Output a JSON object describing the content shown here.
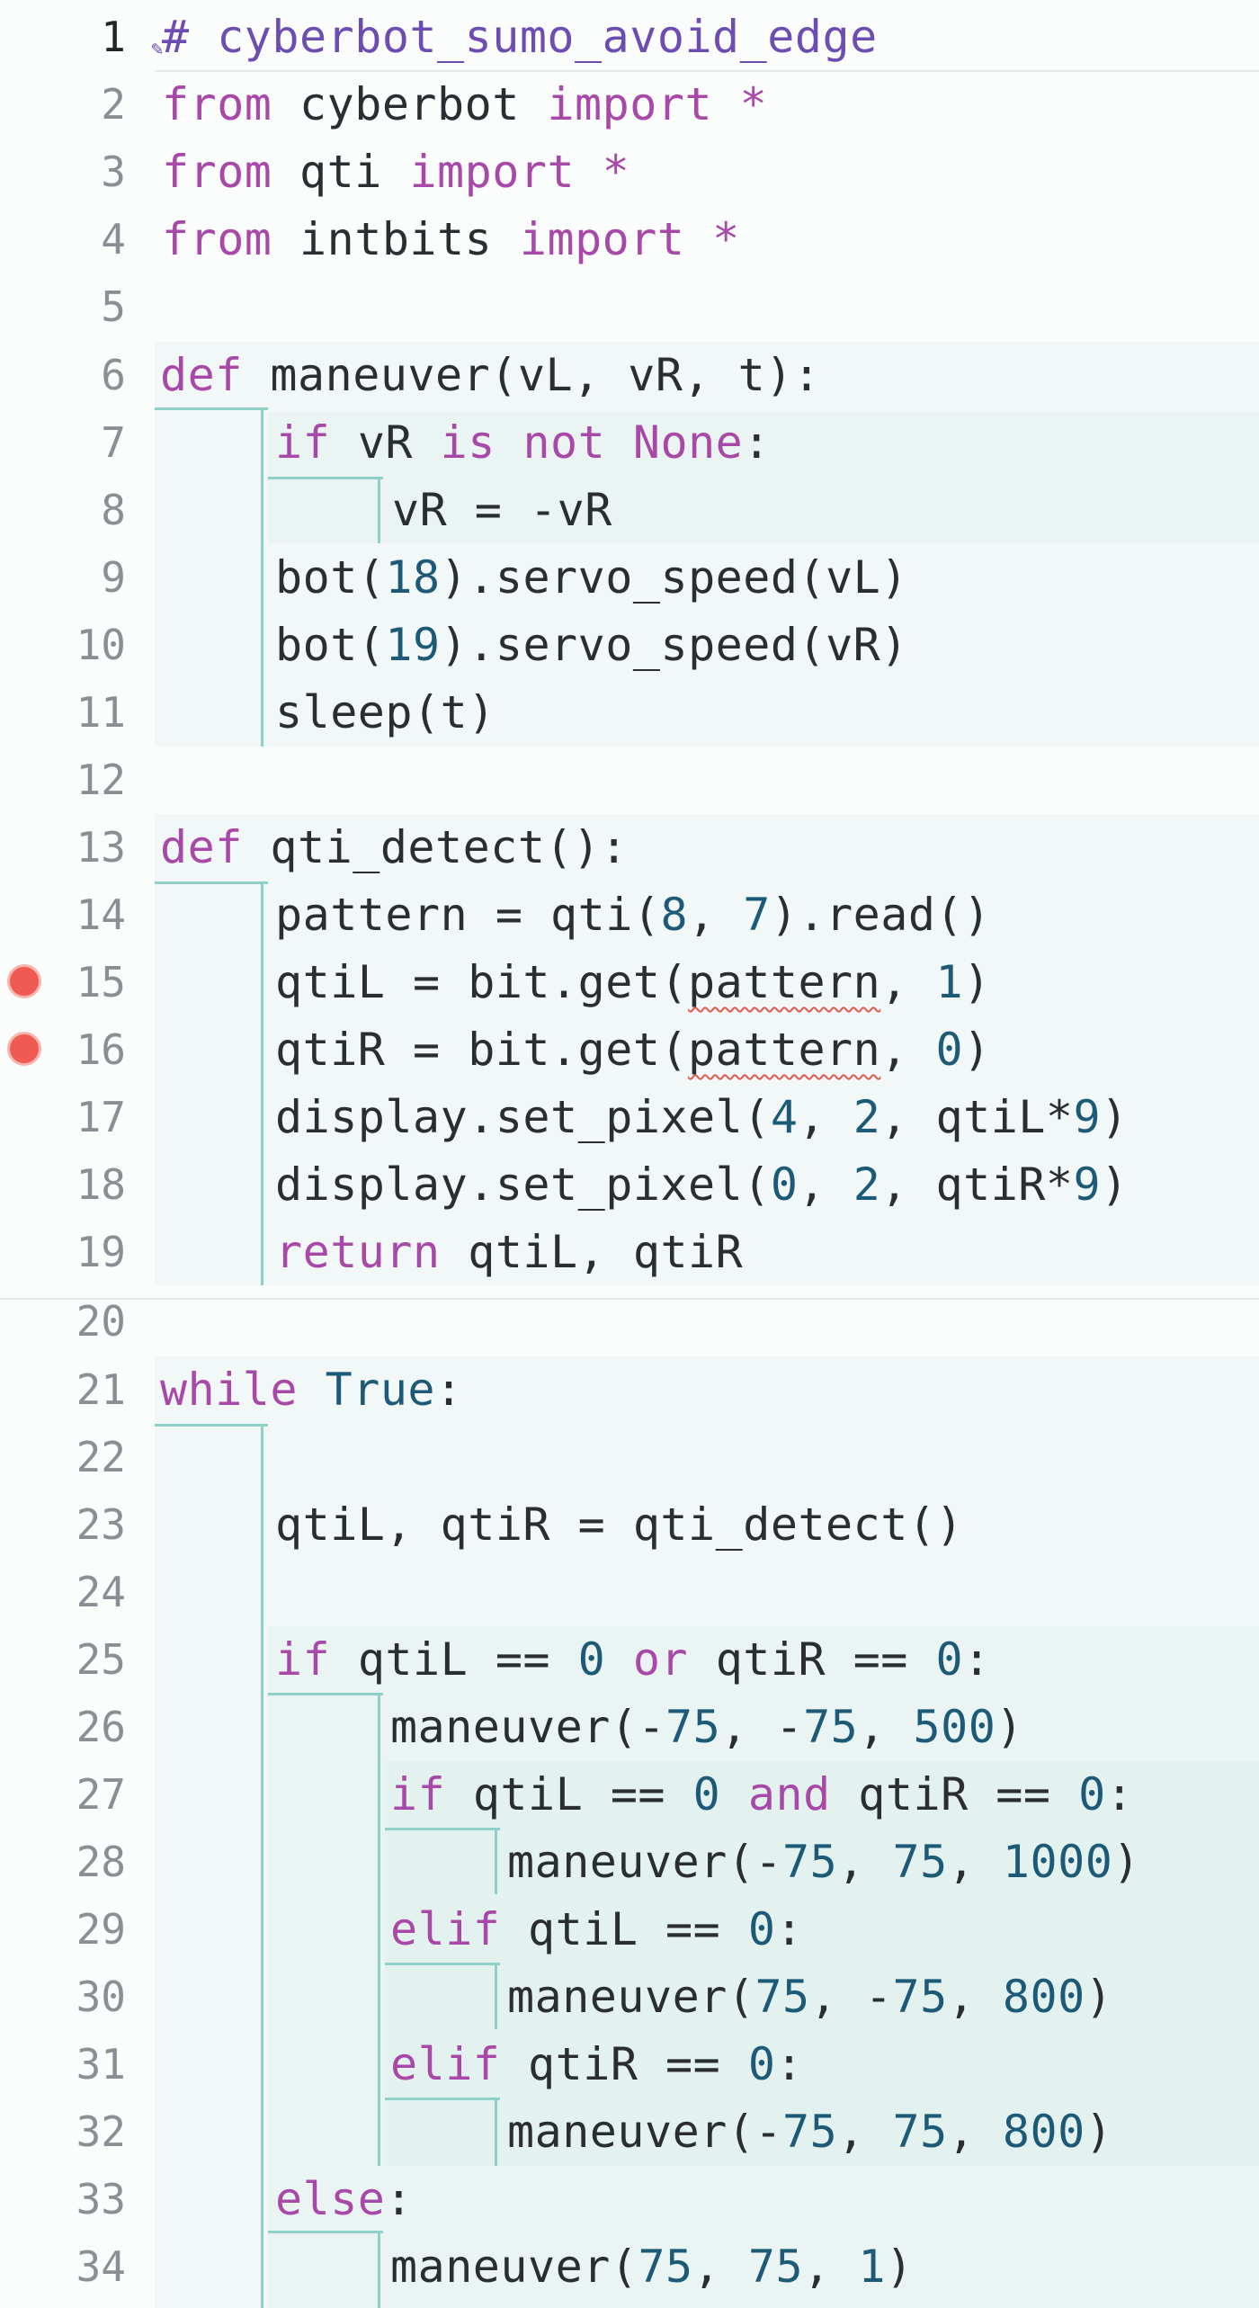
{
  "editor": {
    "lines": [
      {
        "n": "1",
        "tokens": [
          {
            "t": "# cyberbot_sumo_avoid_edge",
            "c": "cmt"
          }
        ]
      },
      {
        "n": "2",
        "tokens": [
          {
            "t": "from",
            "c": "kw"
          },
          {
            "t": " cyberbot "
          },
          {
            "t": "import",
            "c": "kw"
          },
          {
            "t": " *",
            "c": "kw"
          }
        ]
      },
      {
        "n": "3",
        "tokens": [
          {
            "t": "from",
            "c": "kw"
          },
          {
            "t": " qti "
          },
          {
            "t": "import",
            "c": "kw"
          },
          {
            "t": " *",
            "c": "kw"
          }
        ]
      },
      {
        "n": "4",
        "tokens": [
          {
            "t": "from",
            "c": "kw"
          },
          {
            "t": " intbits "
          },
          {
            "t": "import",
            "c": "kw"
          },
          {
            "t": " *",
            "c": "kw"
          }
        ]
      },
      {
        "n": "5",
        "tokens": []
      },
      {
        "n": "6",
        "tokens": [
          {
            "t": "def",
            "c": "kw"
          },
          {
            "t": " maneuver(vL, vR, t):"
          }
        ]
      },
      {
        "n": "7",
        "tokens": [
          {
            "t": "if",
            "c": "kw"
          },
          {
            "t": " vR "
          },
          {
            "t": "is not",
            "c": "kw"
          },
          {
            "t": " "
          },
          {
            "t": "None",
            "c": "kw"
          },
          {
            "t": ":"
          }
        ]
      },
      {
        "n": "8",
        "tokens": [
          {
            "t": "vR = -vR"
          }
        ]
      },
      {
        "n": "9",
        "tokens": [
          {
            "t": "bot("
          },
          {
            "t": "18",
            "c": "num"
          },
          {
            "t": ").servo_speed(vL)"
          }
        ]
      },
      {
        "n": "10",
        "tokens": [
          {
            "t": "bot("
          },
          {
            "t": "19",
            "c": "num"
          },
          {
            "t": ").servo_speed(vR)"
          }
        ]
      },
      {
        "n": "11",
        "tokens": [
          {
            "t": "sleep(t)"
          }
        ]
      },
      {
        "n": "12",
        "tokens": []
      },
      {
        "n": "13",
        "tokens": [
          {
            "t": "def",
            "c": "kw"
          },
          {
            "t": " qti_detect():"
          }
        ]
      },
      {
        "n": "14",
        "tokens": [
          {
            "t": "pattern = qti("
          },
          {
            "t": "8",
            "c": "num"
          },
          {
            "t": ", "
          },
          {
            "t": "7",
            "c": "num"
          },
          {
            "t": ").read()"
          }
        ]
      },
      {
        "n": "15",
        "tokens": [
          {
            "t": "qtiL = bit.get("
          },
          {
            "t": "pattern",
            "c": "squiggle"
          },
          {
            "t": ", "
          },
          {
            "t": "1",
            "c": "num"
          },
          {
            "t": ")"
          }
        ]
      },
      {
        "n": "16",
        "tokens": [
          {
            "t": "qtiR = bit.get("
          },
          {
            "t": "pattern",
            "c": "squiggle"
          },
          {
            "t": ", "
          },
          {
            "t": "0",
            "c": "num"
          },
          {
            "t": ")"
          }
        ]
      },
      {
        "n": "17",
        "tokens": [
          {
            "t": "display.set_pixel("
          },
          {
            "t": "4",
            "c": "num"
          },
          {
            "t": ", "
          },
          {
            "t": "2",
            "c": "num"
          },
          {
            "t": ", qtiL*"
          },
          {
            "t": "9",
            "c": "num"
          },
          {
            "t": ")"
          }
        ]
      },
      {
        "n": "18",
        "tokens": [
          {
            "t": "display.set_pixel("
          },
          {
            "t": "0",
            "c": "num"
          },
          {
            "t": ", "
          },
          {
            "t": "2",
            "c": "num"
          },
          {
            "t": ", qtiR*"
          },
          {
            "t": "9",
            "c": "num"
          },
          {
            "t": ")"
          }
        ]
      },
      {
        "n": "19",
        "tokens": [
          {
            "t": "return",
            "c": "kw"
          },
          {
            "t": " qtiL, qtiR"
          }
        ]
      },
      {
        "n": "20",
        "tokens": []
      },
      {
        "n": "21",
        "tokens": [
          {
            "t": "while",
            "c": "kw"
          },
          {
            "t": " "
          },
          {
            "t": "True",
            "c": "const"
          },
          {
            "t": ":"
          }
        ]
      },
      {
        "n": "22",
        "tokens": []
      },
      {
        "n": "23",
        "tokens": [
          {
            "t": "qtiL, qtiR = qti_detect()"
          }
        ]
      },
      {
        "n": "24",
        "tokens": []
      },
      {
        "n": "25",
        "tokens": [
          {
            "t": "if",
            "c": "kw"
          },
          {
            "t": " qtiL == "
          },
          {
            "t": "0",
            "c": "num"
          },
          {
            "t": " "
          },
          {
            "t": "or",
            "c": "kw"
          },
          {
            "t": " qtiR == "
          },
          {
            "t": "0",
            "c": "num"
          },
          {
            "t": ":"
          }
        ]
      },
      {
        "n": "26",
        "tokens": [
          {
            "t": "maneuver(-"
          },
          {
            "t": "75",
            "c": "num"
          },
          {
            "t": ", -"
          },
          {
            "t": "75",
            "c": "num"
          },
          {
            "t": ", "
          },
          {
            "t": "500",
            "c": "num"
          },
          {
            "t": ")"
          }
        ]
      },
      {
        "n": "27",
        "tokens": [
          {
            "t": "if",
            "c": "kw"
          },
          {
            "t": " qtiL == "
          },
          {
            "t": "0",
            "c": "num"
          },
          {
            "t": " "
          },
          {
            "t": "and",
            "c": "kw"
          },
          {
            "t": " qtiR == "
          },
          {
            "t": "0",
            "c": "num"
          },
          {
            "t": ":"
          }
        ]
      },
      {
        "n": "28",
        "tokens": [
          {
            "t": "maneuver(-"
          },
          {
            "t": "75",
            "c": "num"
          },
          {
            "t": ", "
          },
          {
            "t": "75",
            "c": "num"
          },
          {
            "t": ", "
          },
          {
            "t": "1000",
            "c": "num"
          },
          {
            "t": ")"
          }
        ]
      },
      {
        "n": "29",
        "tokens": [
          {
            "t": "elif",
            "c": "kw"
          },
          {
            "t": " qtiL == "
          },
          {
            "t": "0",
            "c": "num"
          },
          {
            "t": ":"
          }
        ]
      },
      {
        "n": "30",
        "tokens": [
          {
            "t": "maneuver("
          },
          {
            "t": "75",
            "c": "num"
          },
          {
            "t": ", -"
          },
          {
            "t": "75",
            "c": "num"
          },
          {
            "t": ", "
          },
          {
            "t": "800",
            "c": "num"
          },
          {
            "t": ")"
          }
        ]
      },
      {
        "n": "31",
        "tokens": [
          {
            "t": "elif",
            "c": "kw"
          },
          {
            "t": " qtiR == "
          },
          {
            "t": "0",
            "c": "num"
          },
          {
            "t": ":"
          }
        ]
      },
      {
        "n": "32",
        "tokens": [
          {
            "t": "maneuver(-"
          },
          {
            "t": "75",
            "c": "num"
          },
          {
            "t": ", "
          },
          {
            "t": "75",
            "c": "num"
          },
          {
            "t": ", "
          },
          {
            "t": "800",
            "c": "num"
          },
          {
            "t": ")"
          }
        ]
      },
      {
        "n": "33",
        "tokens": [
          {
            "t": "else",
            "c": "kw"
          },
          {
            "t": ":"
          }
        ]
      },
      {
        "n": "34",
        "tokens": [
          {
            "t": "maneuver("
          },
          {
            "t": "75",
            "c": "num"
          },
          {
            "t": ", "
          },
          {
            "t": "75",
            "c": "num"
          },
          {
            "t": ", "
          },
          {
            "t": "1",
            "c": "num"
          },
          {
            "t": ")"
          }
        ]
      }
    ],
    "breakpoints": [
      "15",
      "16"
    ],
    "active_line": "1",
    "colors": {
      "keyword": "#a848a8",
      "number": "#1c5a78",
      "comment": "#6e4db3",
      "text": "#2a2d31",
      "guide": "#8fd0c8",
      "breakpoint": "#ef5b52"
    }
  }
}
